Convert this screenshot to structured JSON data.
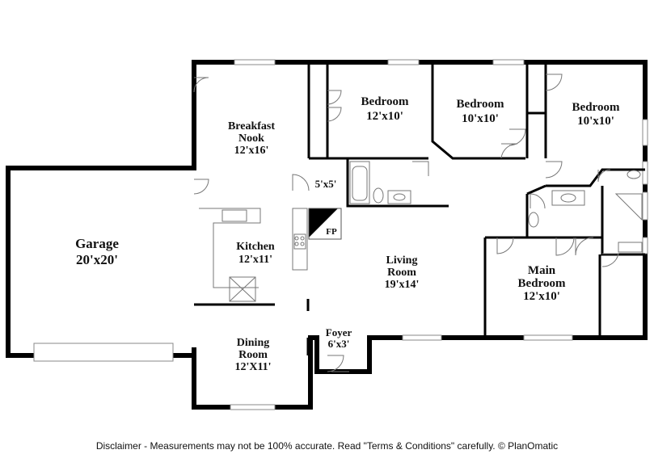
{
  "rooms": {
    "garage": {
      "name": "Garage",
      "dim": "20'x20'"
    },
    "breakfast": {
      "name1": "Breakfast",
      "name2": "Nook",
      "dim": "12'x16'"
    },
    "bedroom1": {
      "name": "Bedroom",
      "dim": "12'x10'"
    },
    "bedroom2": {
      "name": "Bedroom",
      "dim": "10'x10'"
    },
    "bedroom3": {
      "name": "Bedroom",
      "dim": "10'x10'"
    },
    "closet": {
      "dim": "5'x5'"
    },
    "fireplace": {
      "label": "FP"
    },
    "kitchen": {
      "name": "Kitchen",
      "dim": "12'x11'"
    },
    "living": {
      "name1": "Living",
      "name2": "Room",
      "dim": "19'x14'"
    },
    "main_bedroom": {
      "name1": "Main",
      "name2": "Bedroom",
      "dim": "12'x10'"
    },
    "foyer": {
      "name": "Foyer",
      "dim": "6'x3'"
    },
    "dining": {
      "name1": "Dining",
      "name2": "Room",
      "dim": "12'X11'"
    }
  },
  "disclaimer": "Disclaimer - Measurements may not be 100% accurate. Read \"Terms & Conditions\" carefully. © PlanOmatic"
}
